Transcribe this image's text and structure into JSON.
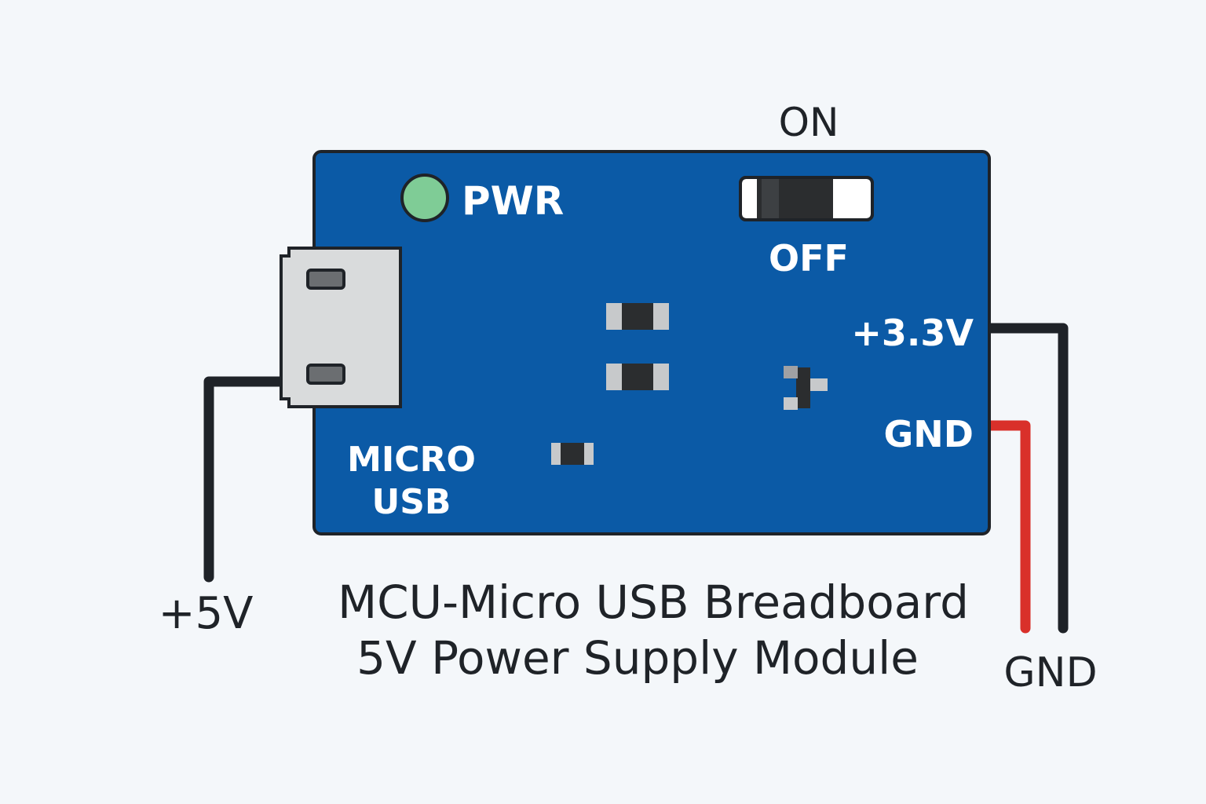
{
  "labels": {
    "switch_on": "ON",
    "switch_off": "OFF",
    "pwr": "PWR",
    "micro_usb_line1": "MICRO",
    "micro_usb_line2": "USB",
    "out_3v3": "+3.3V",
    "out_gnd": "GND",
    "wire_5v": "+5V",
    "wire_gnd": "GND",
    "title_line1": "MCU-Micro USB Breadboard",
    "title_line2": "5V Power Supply Module"
  },
  "colors": {
    "background": "#f4f7fa",
    "board": "#0b5aa6",
    "board_outline": "#1f2328",
    "led": "#7fcc96",
    "usb_body": "#d9dbdc",
    "wire_black": "#1f2328",
    "wire_red": "#d9302a",
    "smd_body": "#2b2d2f",
    "smd_pad": "#c7c9cb"
  },
  "switch_state": "OFF"
}
